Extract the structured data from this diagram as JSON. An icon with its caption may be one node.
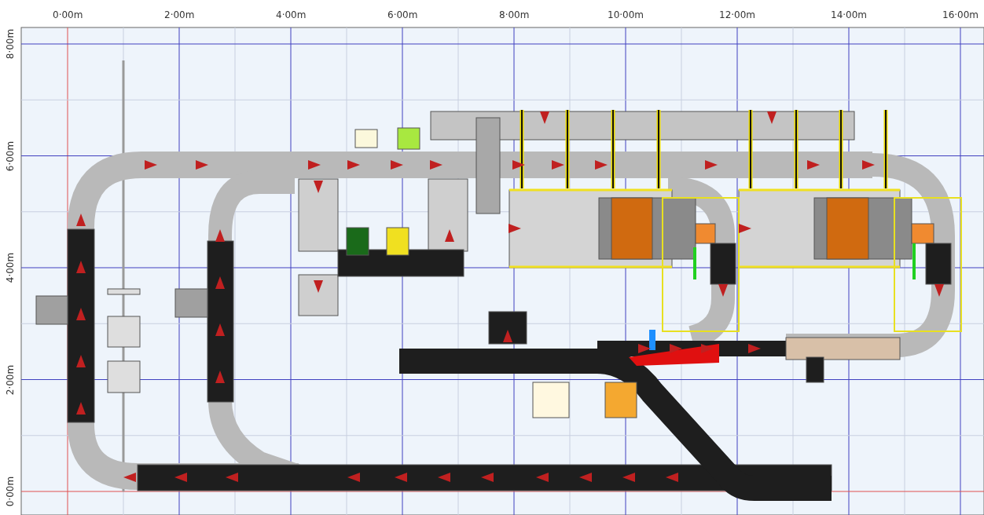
{
  "diagram": {
    "labels": [
      "0·00m",
      "2·00m",
      "4·00m",
      "6·00m",
      "8·00m",
      "10·00m",
      "12·00m",
      "14·00m",
      "16·00m",
      "8·00m",
      "6·00m",
      "4·00m",
      "2·00m",
      "0·00m"
    ]
  }
}
